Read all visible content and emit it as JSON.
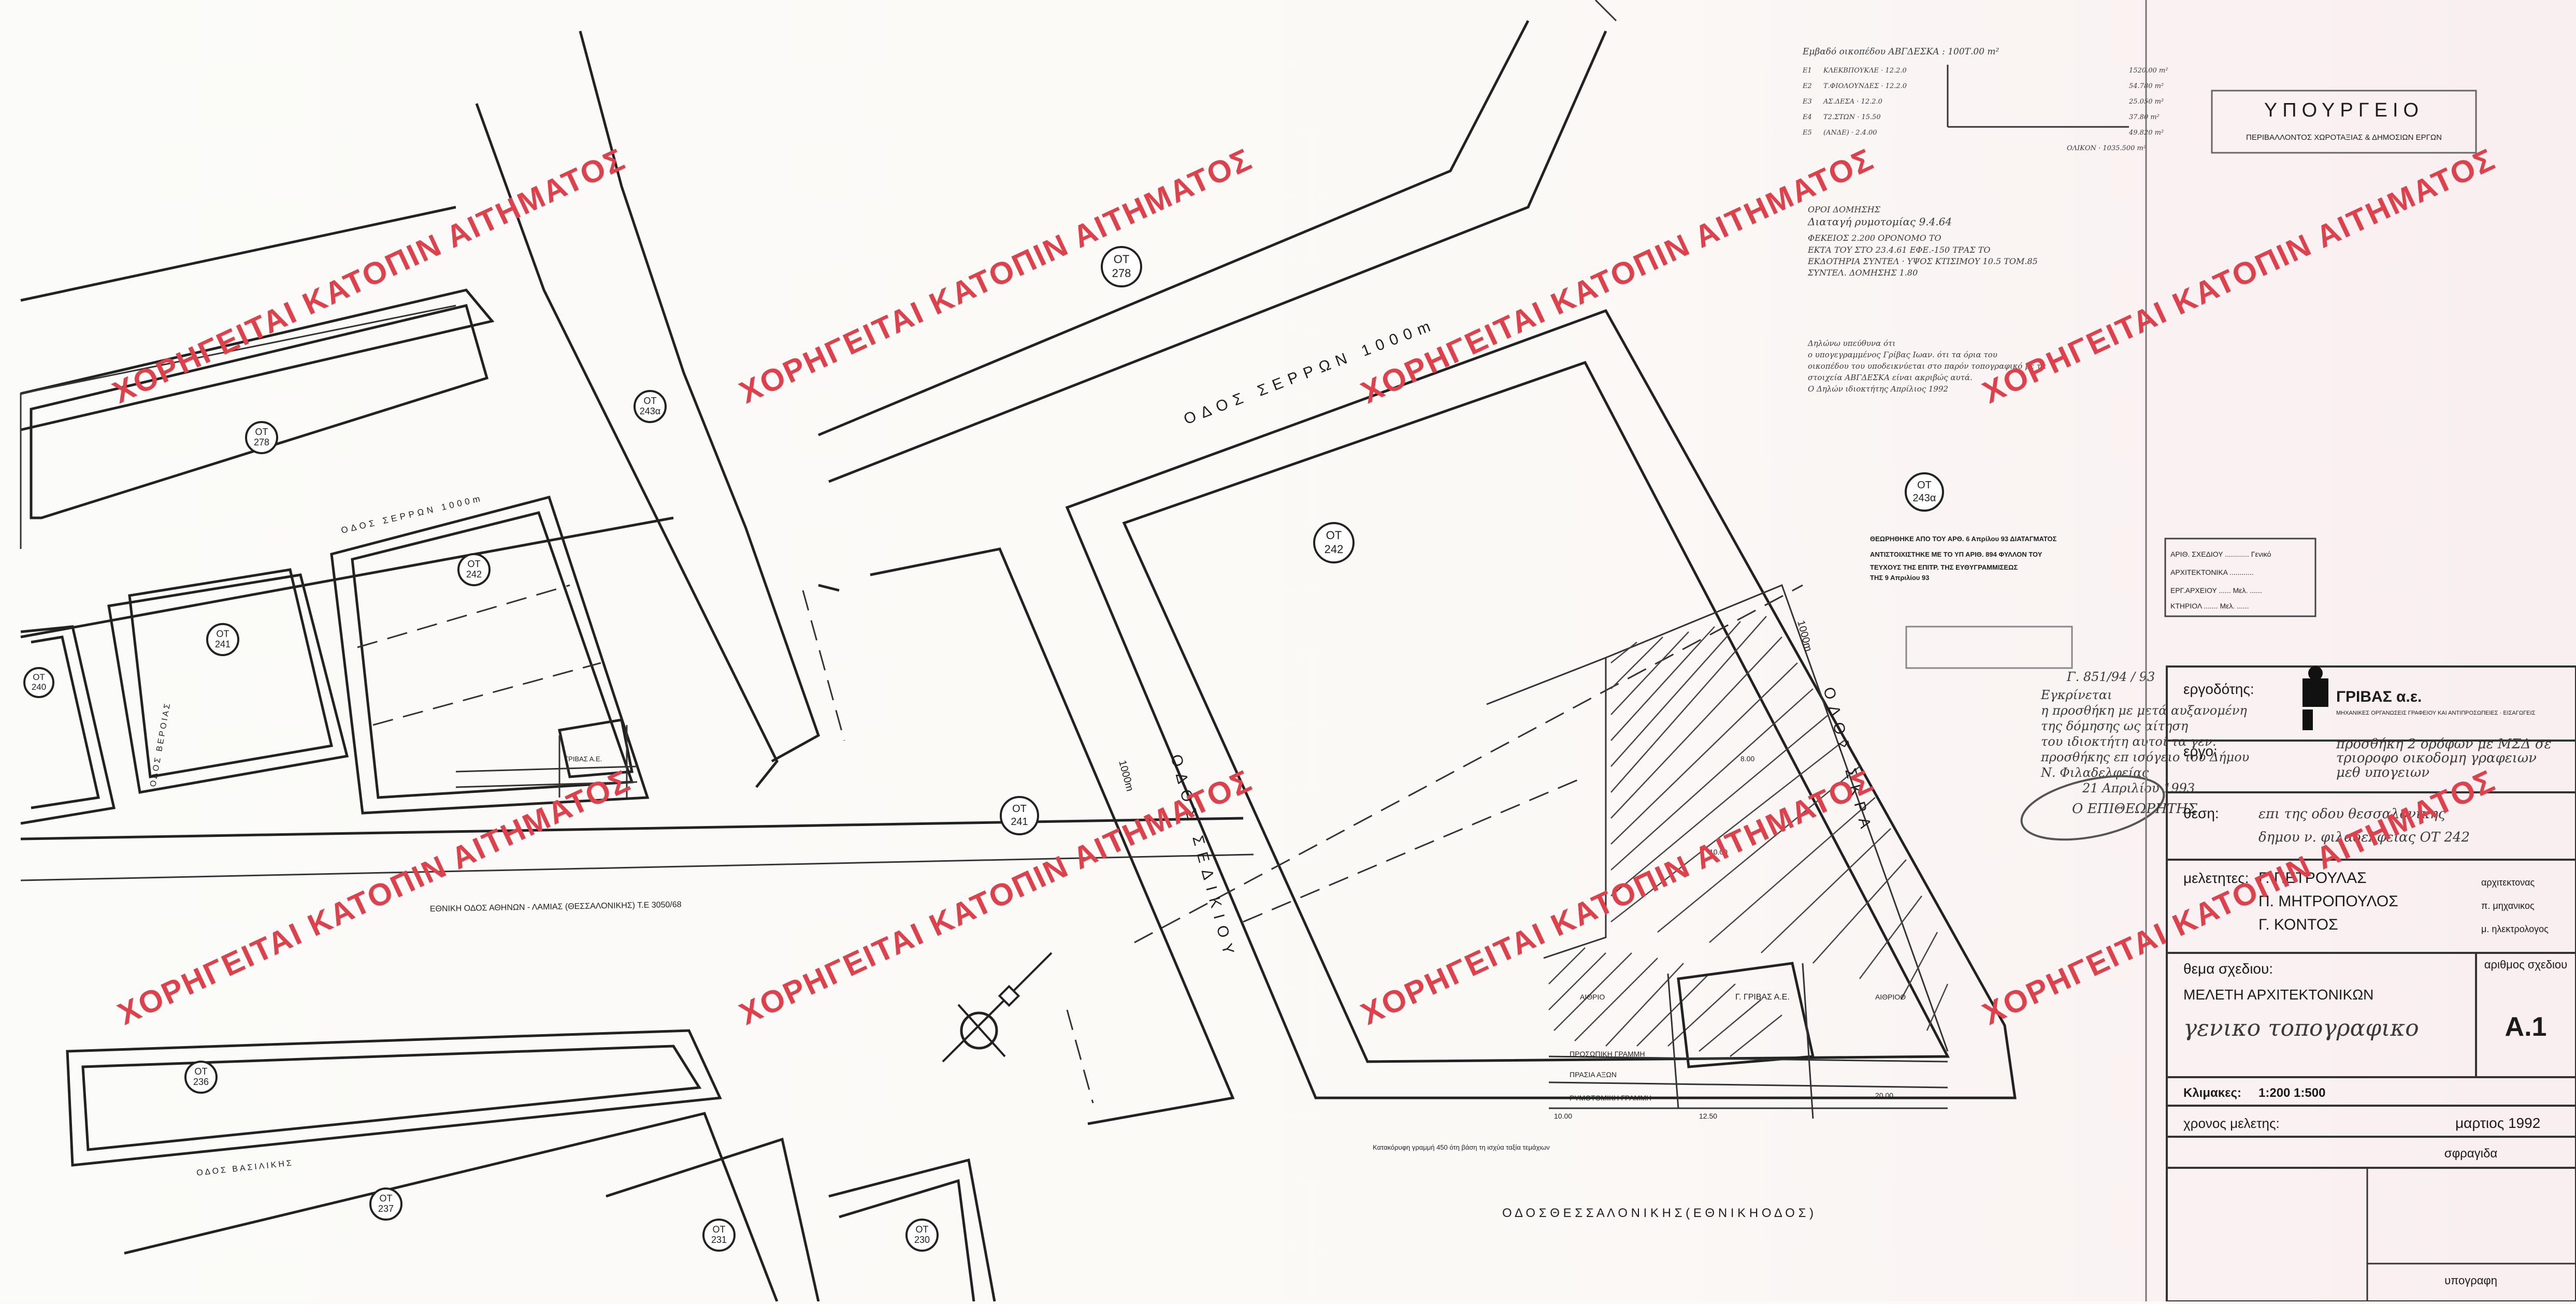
{
  "watermark": "ΧΟΡΗΓΕΙΤΑΙ ΚΑΤΟΠΙΝ ΑΙΤΗΜΑΤΟΣ",
  "streets": {
    "serron_upper": "ΟΔΟΣ ΣΕΡΡΩΝ 1000m",
    "serron_left": "ΟΔΟΣ ΣΕΡΡΩΝ 1000m",
    "sediki": "ΟΔΟΣ ΣΕΔΙΚΙΟΥ",
    "sediki_width": "1000m",
    "skra": "ΟΔΟΣ ΣΚΡΑ",
    "skra_width": "1000m",
    "thessalonikis": "Ο Δ Ο Σ     Θ Ε Σ Σ Α Λ Ο Ν Ι Κ Η Σ  ( Ε Θ Ν Ι Κ Η  Ο Δ Ο Σ )",
    "ethniki": "ΕΘΝΙΚΗ ΟΔΟΣ ΑΘΗΝΩΝ - ΛΑΜΙΑΣ (ΘΕΣΣΑΛΟΝΙΚΗΣ)  Τ.Ε 3050/68",
    "vasilikis": "ΟΔΟΣ ΒΑΣΙΛΙΚΗΣ",
    "other_left": "ΟΔΟΣ ΒΕΡΟΙΑΣ"
  },
  "blocks": {
    "b278a": [
      "ΟΤ",
      "278"
    ],
    "b278b": [
      "ΟΤ",
      "278"
    ],
    "b243a": [
      "ΟΤ",
      "243α"
    ],
    "b243b": [
      "ΟΤ",
      "243α"
    ],
    "b242a": [
      "ΟΤ",
      "242"
    ],
    "b242b": [
      "ΟΤ",
      "242"
    ],
    "b241a": [
      "ΟΤ",
      "241"
    ],
    "b241b": [
      "ΟΤ",
      "241"
    ],
    "b240": [
      "ΟΤ",
      "240"
    ],
    "b236": [
      "ΟΤ",
      "236"
    ],
    "b237": [
      "ΟΤ",
      "237"
    ],
    "b231": [
      "ΟΤ",
      "231"
    ],
    "b230": [
      "ΟΤ",
      "230"
    ]
  },
  "plot_labels": {
    "owner": "Γ. ΓΡΙΒΑΣ Α.Ε.",
    "owner_small": "ΓΡΙΒΑΣ Α.Ε.",
    "front_line": "ΠΡΟΣΩΠΙΚΗ ΓΡΑΜΜΗ",
    "green_zone": "ΠΡΑΣΙΑ ΑΞΩΝ",
    "building_line": "ΡΥΜΟΤΟΜΙΚΗ ΓΡΑΜΜΗ",
    "neighbour": "ΑΙΘΡΙΟ",
    "neighbour_right": "ΑΙΘΡΙΟΘ",
    "dims": [
      "10.00",
      "12.50",
      "20.00",
      "10.00",
      "8.00"
    ],
    "plot_note": "Κατακόρυφη γραμμή 450 ότη\nβάση τη ισχύα ταξία τεμάχιων"
  },
  "notes_top": {
    "title": "Εμβαδό οικοπέδου ΑΒΓΔΕΣΚΑ : 100Τ.00 m²",
    "rows": [
      [
        "Ε1",
        "ΚΛΕΚΒΠΟΥΚΛΕ · 12.2.0",
        "1520.00 m²"
      ],
      [
        "Ε2",
        "Τ.ΦΙΟΛΟΥΝΔΕΣ · 12.2.0",
        "54.780 m²"
      ],
      [
        "Ε3",
        "ΑΣ.ΔΕΣΑ · 12.2.0",
        "25.050 m²"
      ],
      [
        "Ε4",
        "Τ2.ΣΤΩΝ · 15.50",
        "37.80 m²"
      ],
      [
        "Ε5",
        "(ΑΝΔΕ) · 2.4.00",
        "49.820 m²"
      ]
    ],
    "total": "ΟΛΙΚΟΝ · 1035.500 m²"
  },
  "notes_mid": {
    "head": "ΟΡΟΙ ΔΟΜΗΣΗΣ",
    "lines": [
      "Διαταγή ρυμοτομίας  9.4.64",
      "ΦΕΚΕΙΟΣ 2.200 ΟΡΟΝΟΜΟ ΤΟ",
      "ΕΚΤΑ ΤΟΥ  ΣΤΟ  23.4.61  ΕΦΕ.-150  ΤΡΑΣ ΤΟ",
      "ΕΚΔΟΤΗΡΙΑ ΣΥΝΤΕΛ · ΥΨΟΣ ΚΤΙΣΙΜΟΥ 10.5 ΤΟΜ.85",
      "ΣΥΝΤΕΛ. ΔΟΜΗΣΗΣ 1.80"
    ]
  },
  "notes_decl": {
    "lines": [
      "Δηλώνω υπεύθυνα ότι",
      "ο υπογεγραμμένος Γρίβας Ιωαν. ότι τα όρια του",
      "οικοπέδου του υποδεικνύεται στο παρόν τοπογραφικό με τα",
      "στοιχεία ΑΒΓΔΕΣΚΑ είναι ακριβώς αυτά.",
      "Ο Δηλών ιδιοκτήτης       Απρίλιος 1992"
    ]
  },
  "stamp_text": {
    "lines": [
      "ΘΕΩΡΗΘΗΚΕ ΑΠΟ ΤΟΥ ΑΡΘ. 6 Απρίλου  93 ΔΙΑΤΑΓΜΑΤΟΣ",
      "ΑΝΤΙΣΤΟΙΧΙΣΤΗΚΕ ΜΕ ΤΟ ΥΠ ΑΡΙΘ. 894 ΦΥΛΛΟΝ ΤΟΥ",
      "ΤΕΥΧΟΥΣ ΤΗΣ ΕΠΙΤΡ. ΤΗΣ ΕΥΘΥΓΡΑΜΜΙΣΕΩΣ",
      "ΤΗΣ  9 Απριλίου  93"
    ],
    "handwritten": [
      "Γ. 851/94 / 93",
      "Εγκρίνεται",
      "η προσθήκη με μετά αυξανομένη",
      "της δόμησης ως αίτηση",
      "του ιδιοκτήτη αυτοί τα γεν.",
      "προσθήκης επ ισόγειο του Δήμου",
      "Ν. Φιλαδελφείας",
      "21 Απριλίου 1993"
    ],
    "sign": "Ο ΕΠΙΘΕΩΡΗΤΗΣ"
  },
  "ministry": {
    "title": "ΥΠΟΥΡΓΕΙΟ",
    "sub": "ΠΕΡΙΒΑΛΛΟΝΤΟΣ ΧΩΡΟΤΑΞΙΑΣ & ΔΗΜΟΣΙΩΝ ΕΡΓΩΝ"
  },
  "file_box": {
    "rows": [
      "ΑΡΙΘ. ΣΧΕΔΙΟΥ ............ Γενικό",
      "ΑΡΧΙΤΕΚΤΟΝΙΚΑ ............",
      "ΕΡΓ.ΑΡΧΕΙΟΥ ...... Μελ. ......",
      "ΚΤΗΡΙΟΛ ....... Μελ. ......"
    ]
  },
  "title_block": {
    "client_label": "εργοδότης:",
    "client": "ΓΡΙΒΑΣ α.ε.",
    "client_sub": "ΜΗΧΑΝΙΚΕΣ ΟΡΓΑΝΩΣΕΙΣ ΓΡΑΦΕΙΟΥ ΚΑΙ ΑΝΤΙΠΡΟΣΩΠΕΙΕΣ · ΕΙΣΑΓΩΓΕΙΣ",
    "project_label": "εργο:",
    "project": [
      "προσθήκη 2 ορόφων με ΜΣΔ σε",
      "τριοροφο   οικοδομη γραφειων",
      "μεθ υπογειων"
    ],
    "site_label": "θεση:",
    "site": [
      "επι της οδου θεσσαλονικης",
      "δημου ν. φιλαδελφειας      ΟΤ 242"
    ],
    "designers_label": "μελετητες:",
    "designers": [
      [
        "Γ. ΠΕΤΡΟΥΛΑΣ",
        "αρχιτεκτονας"
      ],
      [
        "Π. ΜΗΤΡΟΠΟΥΛΟΣ",
        "π. μηχανικος"
      ],
      [
        "Γ. ΚΟΝΤΟΣ",
        "μ. ηλεκτρολογος"
      ]
    ],
    "subject_label": "θεμα σχεδιου:",
    "subject": "ΜΕΛΕΤΗ   ΑΡΧΙΤΕΚΤΟΝΙΚΩΝ",
    "subject_hand": "γενικο τοπογραφικο",
    "number_label": "αριθμος σχεδιου",
    "number": "A.1",
    "scale_label": "Κλιμακες:",
    "scales": "1:200    1:500",
    "year_label": "χρονος μελετης:",
    "year": "μαρτιος 1992",
    "seal_label": "σφραγιδα",
    "signature_label": "υπογραφη"
  }
}
